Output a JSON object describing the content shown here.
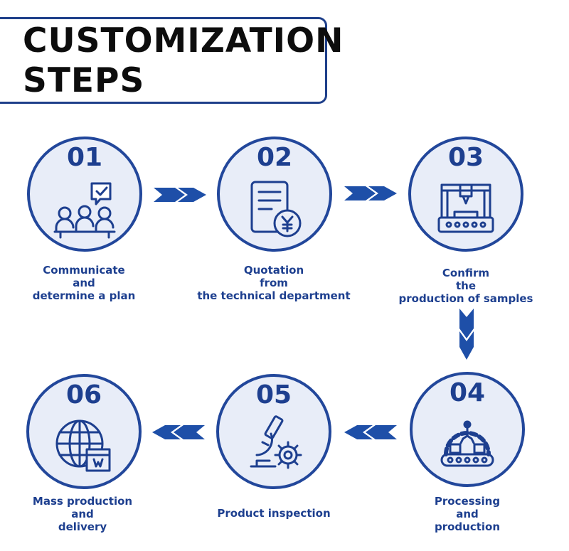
{
  "title": {
    "line1": "CUSTOMIZATION",
    "line2": "STEPS"
  },
  "steps": [
    {
      "number": "01",
      "icon": "meeting-chat-icon",
      "label": [
        "Communicate",
        "and",
        "determine a plan"
      ]
    },
    {
      "number": "02",
      "icon": "quotation-document-yen-icon",
      "label": [
        "Quotation",
        "from",
        "the technical department"
      ]
    },
    {
      "number": "03",
      "icon": "production-machine-icon",
      "label": [
        "Confirm",
        "the",
        "production of samples"
      ]
    },
    {
      "number": "04",
      "icon": "robot-arm-conveyor-icon",
      "label": [
        "Processing",
        "and",
        "production"
      ]
    },
    {
      "number": "05",
      "icon": "microscope-gear-icon",
      "label": [
        "Product inspection"
      ]
    },
    {
      "number": "06",
      "icon": "globe-box-icon",
      "label": [
        "Mass production",
        "and",
        "delivery"
      ]
    }
  ],
  "colors": {
    "primary": "#1d3f8f",
    "circle_fill": "#e8edf8",
    "arrow": "#1e4fa8"
  }
}
